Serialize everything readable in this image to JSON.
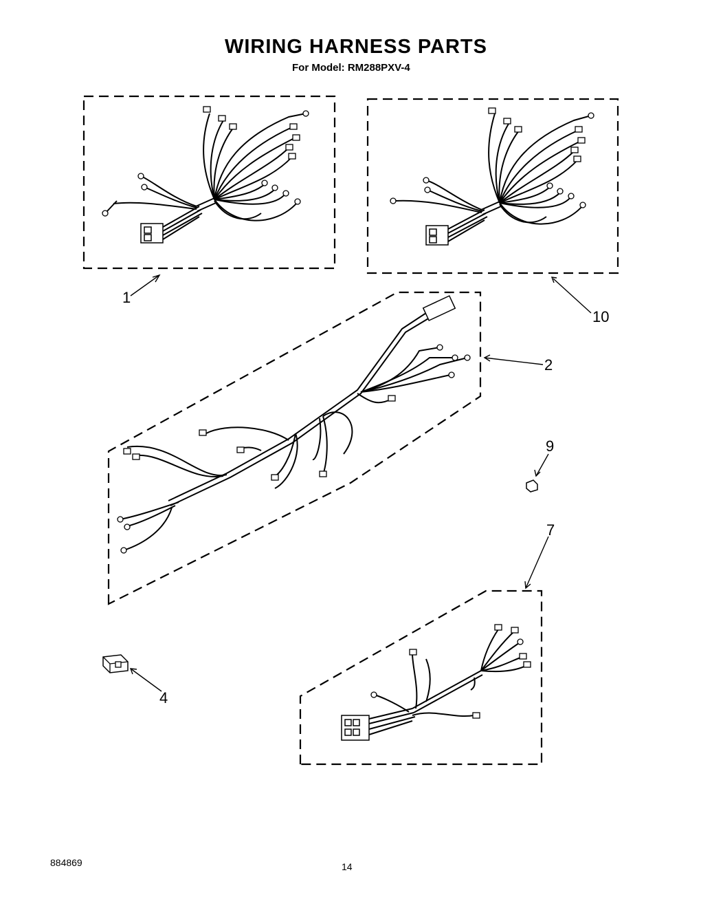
{
  "title": "WIRING HARNESS PARTS",
  "subtitle": "For Model: RM288PXV-4",
  "callouts": [
    "1",
    "10",
    "2",
    "9",
    "7",
    "4"
  ],
  "footer": {
    "doc_number": "884869",
    "page_number": "14"
  }
}
